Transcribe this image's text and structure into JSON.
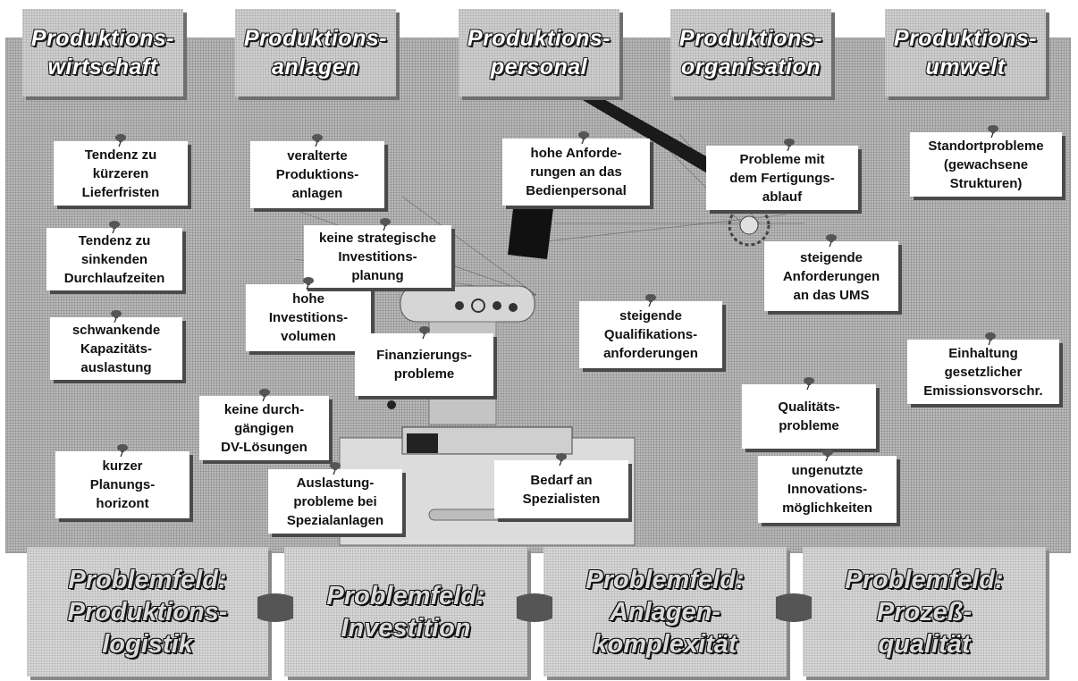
{
  "headers": [
    {
      "line1": "Produktions-",
      "line2": "wirtschaft"
    },
    {
      "line1": "Produktions-",
      "line2": "anlagen"
    },
    {
      "line1": "Produktions-",
      "line2": "personal"
    },
    {
      "line1": "Produktions-",
      "line2": "organisation"
    },
    {
      "line1": "Produktions-",
      "line2": "umwelt"
    }
  ],
  "notes": {
    "lieferfristen": [
      "Tendenz zu",
      "kürzeren",
      "Lieferfristen"
    ],
    "durchlaufzeiten": [
      "Tendenz zu",
      "sinkenden",
      "Durchlaufzeiten"
    ],
    "kapazitaet": [
      "schwankende",
      "Kapazitäts-",
      "auslastung"
    ],
    "planungshorizont": [
      "kurzer",
      "Planungs-",
      "horizont"
    ],
    "veraltet": [
      "veralterte",
      "Produktions-",
      "anlagen"
    ],
    "strategisch": [
      "keine strategische",
      "Investitions-",
      "planung"
    ],
    "volumen": [
      "hohe",
      "Investitions-",
      "volumen"
    ],
    "finanzierung": [
      "Finanzierungs-",
      "probleme"
    ],
    "dv": [
      "keine durch-",
      "gängigen",
      "DV-Lösungen"
    ],
    "auslastung": [
      "Auslastung-",
      "probleme bei",
      "Spezialanlagen"
    ],
    "bedienpersonal": [
      "hohe Anforde-",
      "rungen an das",
      "Bedienpersonal"
    ],
    "qualifikation": [
      "steigende",
      "Qualifikations-",
      "anforderungen"
    ],
    "spezialisten": [
      "Bedarf an",
      "Spezialisten"
    ],
    "fertigung": [
      "Probleme mit",
      "dem Fertigungs-",
      "ablauf"
    ],
    "ums": [
      "steigende",
      "Anforderungen",
      "an das UMS"
    ],
    "qualitaet": [
      "Qualitäts-",
      "probleme"
    ],
    "innovation": [
      "ungenutzte",
      "Innovations-",
      "möglichkeiten"
    ],
    "standort": [
      "Standortprobleme",
      "(gewachsene",
      "Strukturen)"
    ],
    "emission": [
      "Einhaltung",
      "gesetzlicher",
      "Emissionsvorschr."
    ]
  },
  "fields": [
    {
      "line1": "Problemfeld:",
      "line2": "Produktions-",
      "line3": "logistik"
    },
    {
      "line1": "Problemfeld:",
      "line2": "Investition"
    },
    {
      "line1": "Problemfeld:",
      "line2": "Anlagen-",
      "line3": "komplexität"
    },
    {
      "line1": "Problemfeld:",
      "line2": "Prozeß-",
      "line3": "qualität"
    }
  ],
  "colors": {
    "board": "#b9b9b9",
    "header_text": "#ffffff",
    "field_text": "#d9d9d9",
    "note": "#ffffff",
    "pin": "#555555"
  }
}
